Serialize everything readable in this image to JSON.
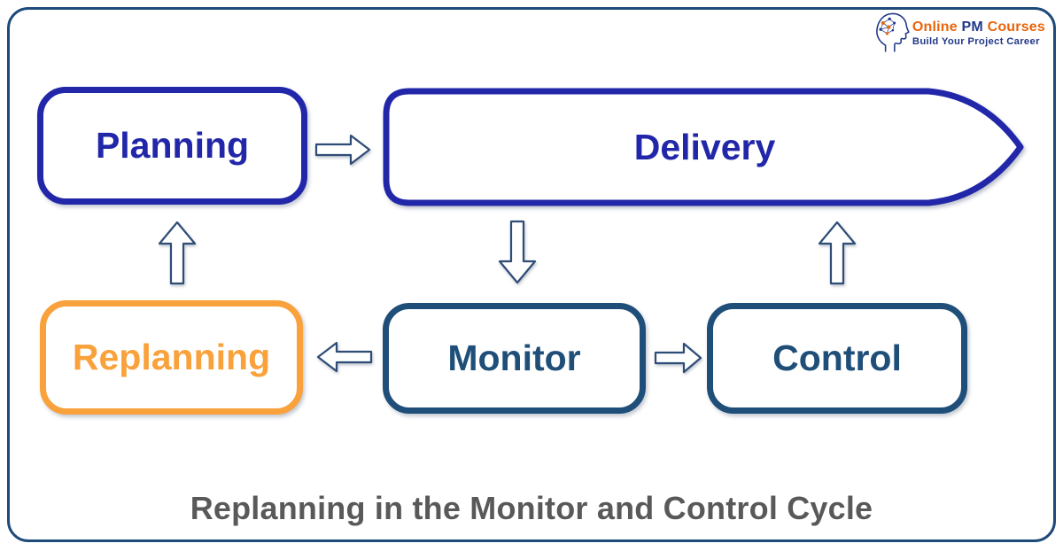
{
  "logo": {
    "brand_online": "Online",
    "brand_pm": "PM",
    "brand_courses": "Courses",
    "tagline": "Build Your Project Career"
  },
  "diagram": {
    "nodes": [
      {
        "id": "planning",
        "label": "Planning"
      },
      {
        "id": "delivery",
        "label": "Delivery"
      },
      {
        "id": "monitor",
        "label": "Monitor"
      },
      {
        "id": "control",
        "label": "Control"
      },
      {
        "id": "replanning",
        "label": "Replanning"
      }
    ],
    "flows": [
      "planning → delivery",
      "delivery → monitor",
      "monitor → control",
      "monitor → replanning",
      "replanning → planning",
      "control → delivery"
    ],
    "caption": "Replanning in the Monitor and Control Cycle"
  },
  "colors": {
    "royal_blue": "#2127A8",
    "dark_navy": "#1F4E79",
    "orange": "#F9A13B",
    "frame_border": "#1E4A7A",
    "caption_gray": "#595959",
    "logo_orange": "#E8650D",
    "logo_navy": "#22388A",
    "arrow_outline": "#2E4D76"
  }
}
